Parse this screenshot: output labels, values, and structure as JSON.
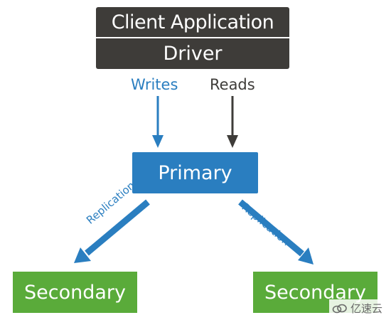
{
  "client": {
    "label": "Client Application"
  },
  "driver": {
    "label": "Driver"
  },
  "edges": {
    "writes": "Writes",
    "reads": "Reads",
    "replication_left": "Replication",
    "replication_right": "Replication"
  },
  "primary": {
    "label": "Primary"
  },
  "secondaries": [
    {
      "label": "Secondary"
    },
    {
      "label": "Secondary"
    }
  ],
  "watermark": {
    "text": "亿速云",
    "icon": "cloud-logo-icon"
  },
  "colors": {
    "dark_box": "#3e3c39",
    "primary_blue": "#2a7ec0",
    "secondary_green": "#5aab3a",
    "writes_text": "#2a7ec0",
    "reads_text": "#3e3c39"
  }
}
